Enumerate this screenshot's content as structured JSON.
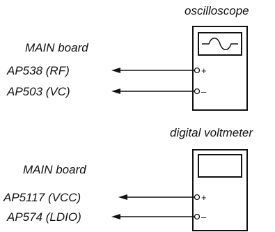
{
  "sections": [
    {
      "instrument": "oscilloscope",
      "board": "MAIN board",
      "screen_icon": "sine-wave-icon",
      "points": [
        {
          "label": "AP538 (RF)",
          "sign": "+"
        },
        {
          "label": "AP503 (VC)",
          "sign": "–"
        }
      ]
    },
    {
      "instrument": "digital voltmeter",
      "board": "MAIN board",
      "screen_icon": "blank-display-icon",
      "points": [
        {
          "label": "AP5117 (VCC)",
          "sign": "+"
        },
        {
          "label": "AP574 (LDIO)",
          "sign": "–"
        }
      ]
    }
  ]
}
